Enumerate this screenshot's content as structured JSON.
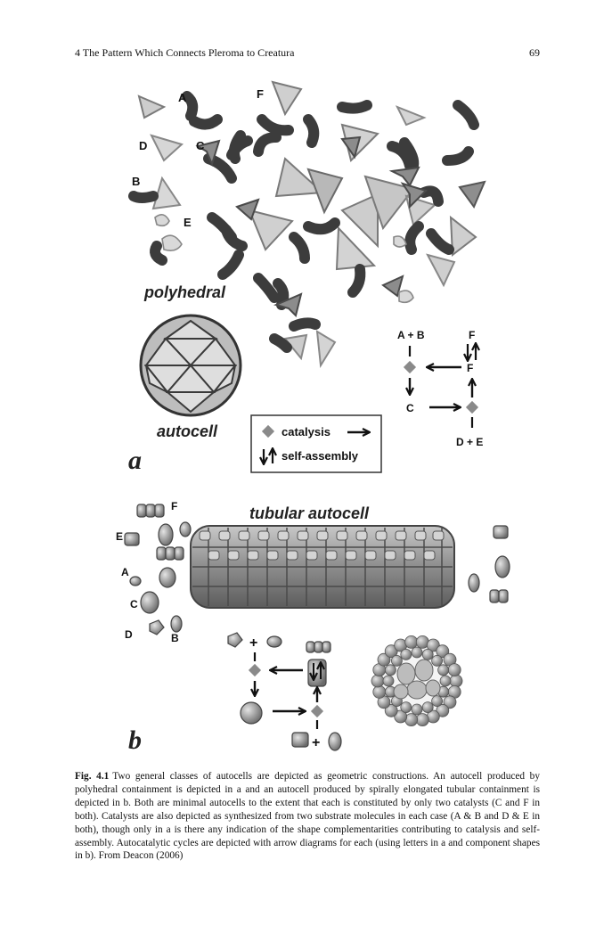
{
  "header": {
    "title": "4 The Pattern Which Connects Pleroma to Creatura",
    "page_number": "69"
  },
  "figure": {
    "panel_a": {
      "panel_label": "a",
      "polyhedral_label": "polyhedral",
      "autocell_label": "autocell",
      "molecule_labels": {
        "A": "A",
        "B": "B",
        "C": "C",
        "D": "D",
        "E": "E",
        "F": "F"
      },
      "legend": {
        "catalysis": "catalysis",
        "self_assembly": "self-assembly"
      },
      "cycle": {
        "a_plus_b": "A + B",
        "c": "C",
        "f_top": "F",
        "f_mid": "F",
        "d_plus_e": "D + E"
      }
    },
    "panel_b": {
      "panel_label": "b",
      "tubular_label": "tubular autocell",
      "molecule_labels": {
        "A": "A",
        "B": "B",
        "C": "C",
        "D": "D",
        "E": "E",
        "F": "F"
      }
    }
  },
  "caption": {
    "label": "Fig. 4.1",
    "text": "Two general classes of autocells are depicted as geometric constructions. An autocell produced by polyhedral containment is depicted in a and an autocell produced by spirally elongated tubular containment is depicted in b. Both are minimal autocells to the extent that each is constituted by only two catalysts (C and F in both). Catalysts are also depicted as synthesized from two substrate molecules in each case (A & B and D & E in both), though only in a is there any indication of the shape complementarities contributing to catalysis and self-assembly. Autocatalytic cycles are depicted with arrow diagrams for each (using letters in a and component shapes in b). From Deacon (2006)"
  },
  "colors": {
    "dark_shape": "#5a5a5a",
    "mid_shape": "#8c8c8c",
    "light_shape": "#cfcfcf",
    "catalysis_diamond": "#8a8a8a"
  }
}
